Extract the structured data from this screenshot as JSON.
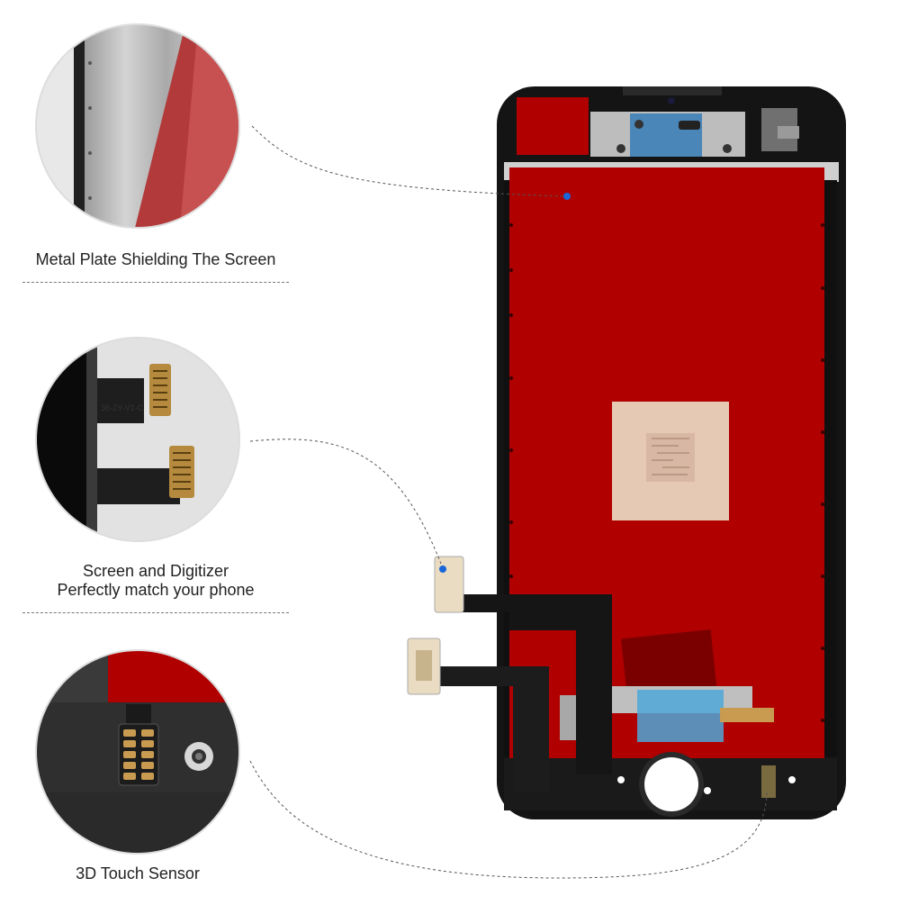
{
  "callouts": [
    {
      "caption_lines": [
        "Metal Plate Shielding The Screen"
      ]
    },
    {
      "caption_lines": [
        "Screen and Digitizer",
        "Perfectly match your phone"
      ]
    },
    {
      "caption_lines": [
        "3D Touch Sensor"
      ]
    }
  ],
  "flex_label": "38-ZY-V1-C",
  "colors": {
    "shield_red": "#b00000",
    "bezel_black": "#141414",
    "metal_grey": "#c4c4c4",
    "chip_beige": "#e6c9b5",
    "connector_gold": "#b58a3e",
    "accent_dot": "#1a66d9"
  }
}
